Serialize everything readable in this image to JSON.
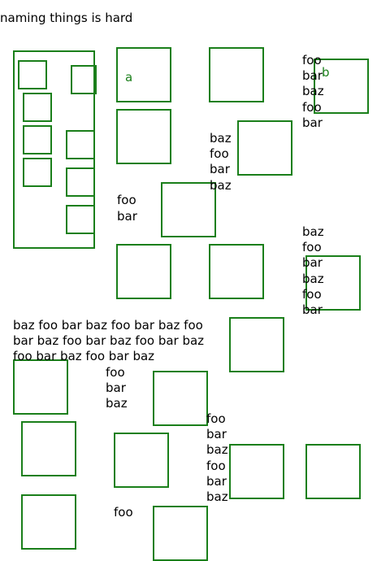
{
  "title": "naming things is hard",
  "accent_color": "#1a7f1a",
  "labels": {
    "a": "a",
    "b": "b"
  },
  "text_blocks": {
    "top_right_list": "foo\nbar\nbaz\nfoo\nbar",
    "mid_list": "baz\nfoo\nbar\nbaz",
    "left_pair": "foo\nbar",
    "right_list": "baz\nfoo\nbar\nbaz\nfoo\nbar",
    "paragraph": "baz foo bar baz foo bar baz foo\nbar baz foo bar baz foo bar baz\nfoo bar baz foo bar baz",
    "small_list": "foo\nbar\nbaz",
    "bottom_mid_list": "foo\nbar\nbaz\nfoo\nbar\nbaz",
    "bottom_word": "foo"
  }
}
